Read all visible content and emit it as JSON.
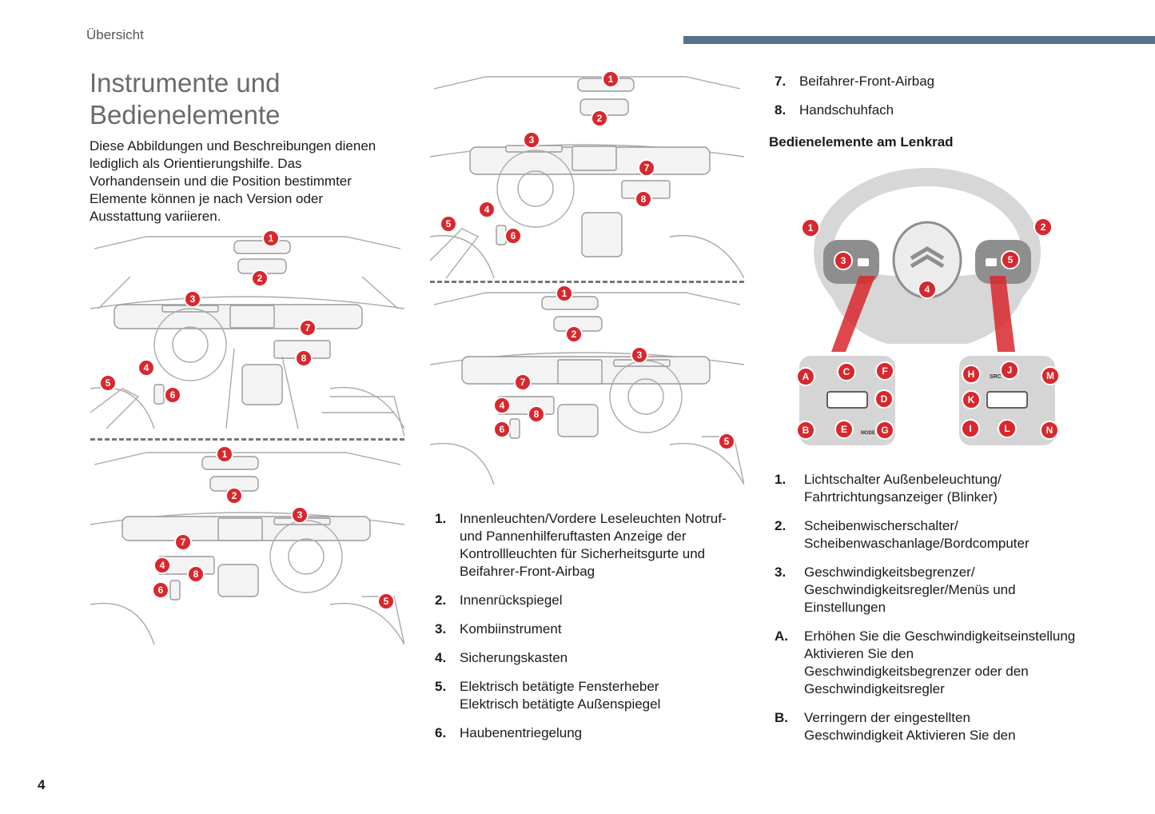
{
  "header": {
    "section": "Übersicht"
  },
  "title": {
    "line1": "Instrumente und",
    "line2": "Bedienelemente"
  },
  "intro": "Diese Abbildungen und Beschreibungen dienen lediglich als Orientierungshilfe. Das Vorhandensein und die Position bestimmter Elemente können je nach Version oder Ausstattung variieren.",
  "callouts": [
    "1",
    "2",
    "3",
    "4",
    "5",
    "6",
    "7",
    "8"
  ],
  "middle_list": [
    {
      "num": "1.",
      "text": "Innenleuchten/Vordere Leseleuchten Notruf- und Pannenhilferuftasten Anzeige der Kontrollleuchten für Sicherheitsgurte und Beifahrer-Front-Airbag"
    },
    {
      "num": "2.",
      "text": "Innenrückspiegel"
    },
    {
      "num": "3.",
      "text": "Kombiinstrument"
    },
    {
      "num": "4.",
      "text": "Sicherungskasten"
    },
    {
      "num": "5.",
      "text": "Elektrisch betätigte Fensterheber Elektrisch betätigte Außenspiegel"
    },
    {
      "num": "6.",
      "text": "Haubenentriegelung"
    }
  ],
  "right_top_list": [
    {
      "num": "7.",
      "text": "Beifahrer-Front-Airbag"
    },
    {
      "num": "8.",
      "text": "Handschuhfach"
    }
  ],
  "steering_heading": "Bedienelemente am Lenkrad",
  "steering_labels": {
    "numbers": [
      "1",
      "2",
      "3",
      "4",
      "5"
    ],
    "left_pad": [
      "A",
      "B",
      "C",
      "D",
      "E",
      "F",
      "G"
    ],
    "right_pad": [
      "H",
      "I",
      "J",
      "K",
      "L",
      "M",
      "N"
    ],
    "src": "SRC",
    "mode": "MODE"
  },
  "right_list": [
    {
      "num": "1.",
      "text": "Lichtschalter Außenbeleuchtung/ Fahrtrichtungsanzeiger (Blinker)"
    },
    {
      "num": "2.",
      "text": "Scheibenwischerschalter/ Scheibenwaschanlage/Bordcomputer"
    },
    {
      "num": "3.",
      "text": "Geschwindigkeitsbegrenzer/ Geschwindigkeitsregler/Menüs und Einstellungen"
    },
    {
      "num": "A.",
      "text": "Erhöhen Sie die Geschwindigkeitseinstellung Aktivieren Sie den Geschwindigkeitsbegrenzer oder den Geschwindigkeitsregler"
    },
    {
      "num": "B.",
      "text": "Verringern der eingestellten Geschwindigkeit Aktivieren Sie den"
    }
  ],
  "page_number": "4",
  "colors": {
    "accent_bar": "#577388",
    "callout": "#d8272d",
    "title": "#6a6a6a"
  }
}
